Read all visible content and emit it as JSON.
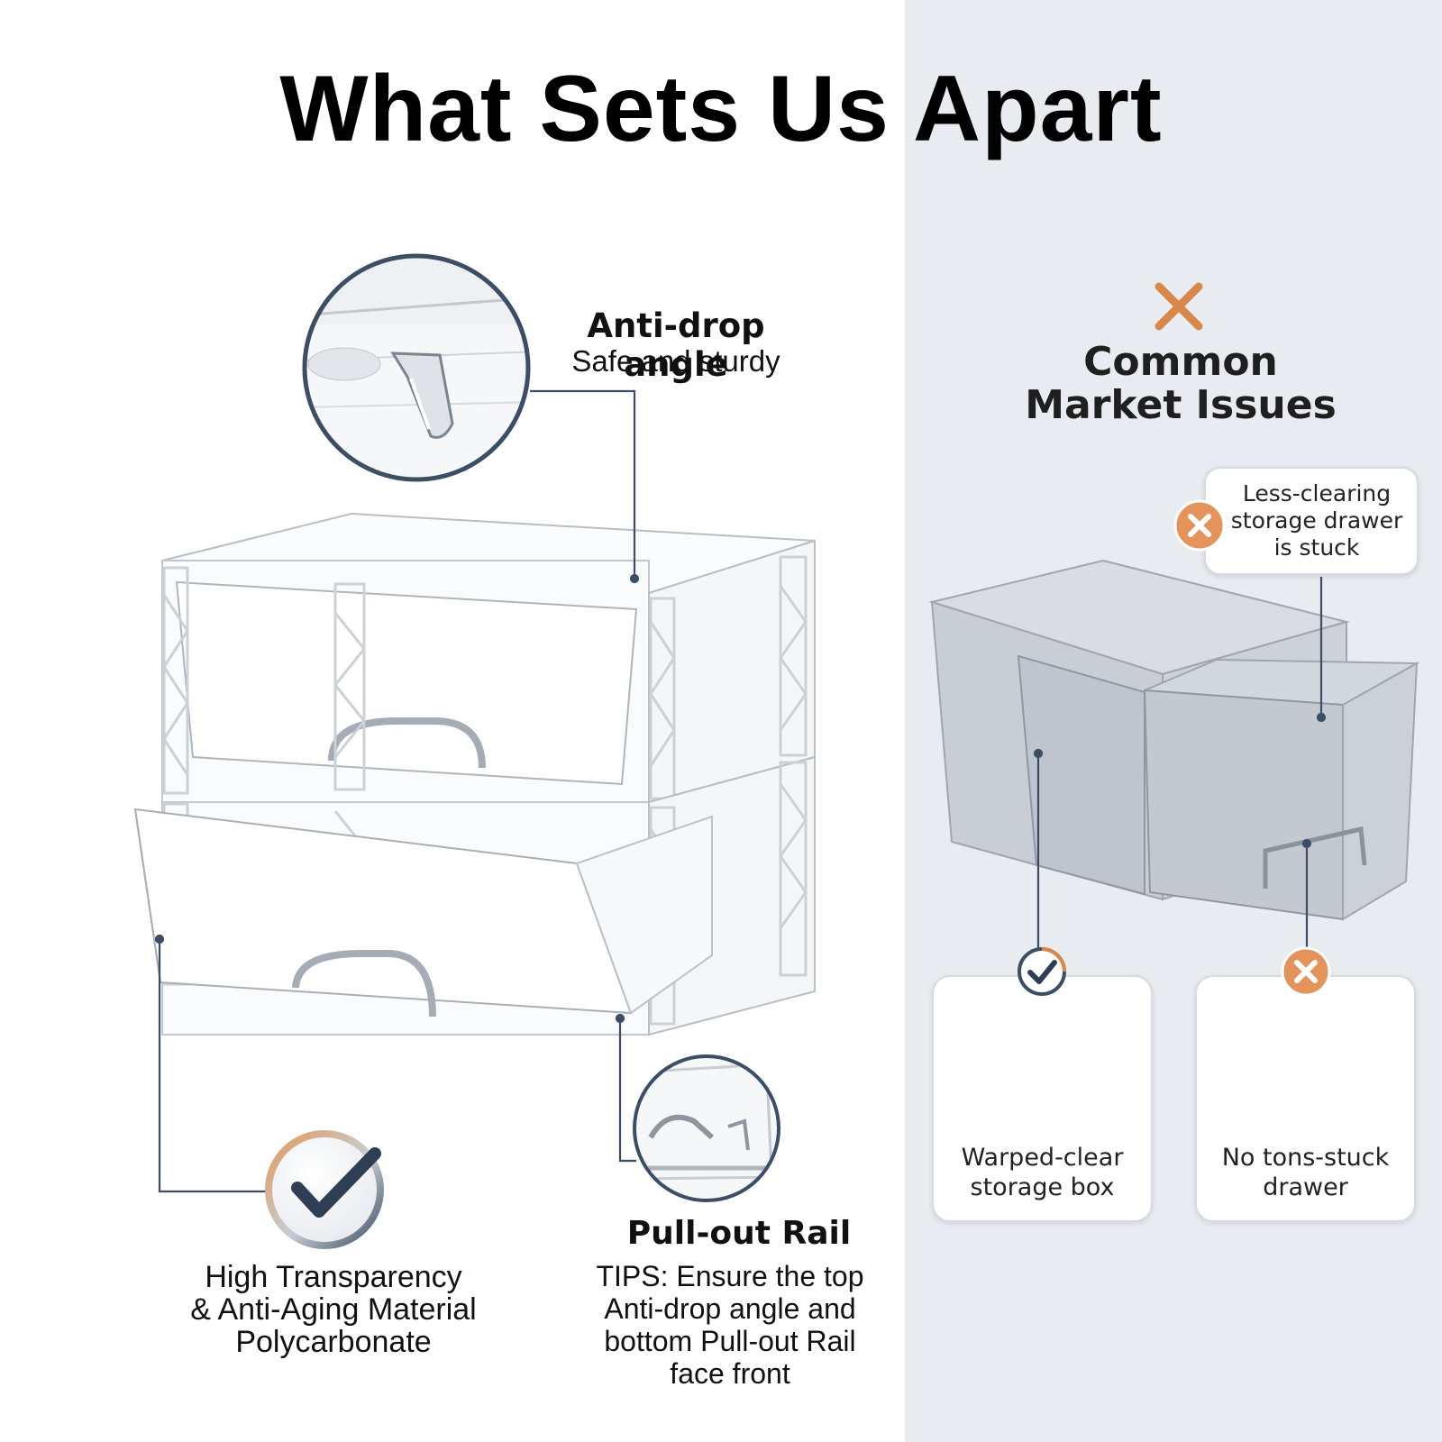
{
  "header": {
    "title": "What Sets Us Apart"
  },
  "left": {
    "anti_drop": {
      "title": "Anti-drop angle",
      "subtitle": "Safe and sturdy"
    },
    "pull_out": {
      "title": "Pull-out Rail",
      "tips": [
        "TIPS: Ensure the top",
        "Anti-drop angle and",
        "bottom Pull-out Rail",
        "face front"
      ]
    },
    "transparency": {
      "lines": [
        "High Transparency",
        "& Anti-Aging Material",
        "Polycarbonate"
      ]
    }
  },
  "right": {
    "heading": [
      "Common",
      "Market Issues"
    ],
    "callout": [
      "Less-clearing",
      "storage drawer",
      "is stuck"
    ],
    "cards": [
      {
        "lines": [
          "Warped-clear",
          "storage box"
        ],
        "status": "check"
      },
      {
        "lines": [
          "No tons-stuck",
          "drawer"
        ],
        "status": "cross"
      }
    ]
  },
  "icons": {
    "top_cross": "x-icon",
    "callout_cross": "x-circle-icon",
    "card1_badge": "check-circle-icon",
    "card2_badge": "x-circle-icon",
    "quality_badge": "check-badge-icon"
  },
  "colors": {
    "accent_orange": "#d9884a",
    "line_navy": "#3c4e66",
    "right_bg": "#e8ecf0"
  }
}
